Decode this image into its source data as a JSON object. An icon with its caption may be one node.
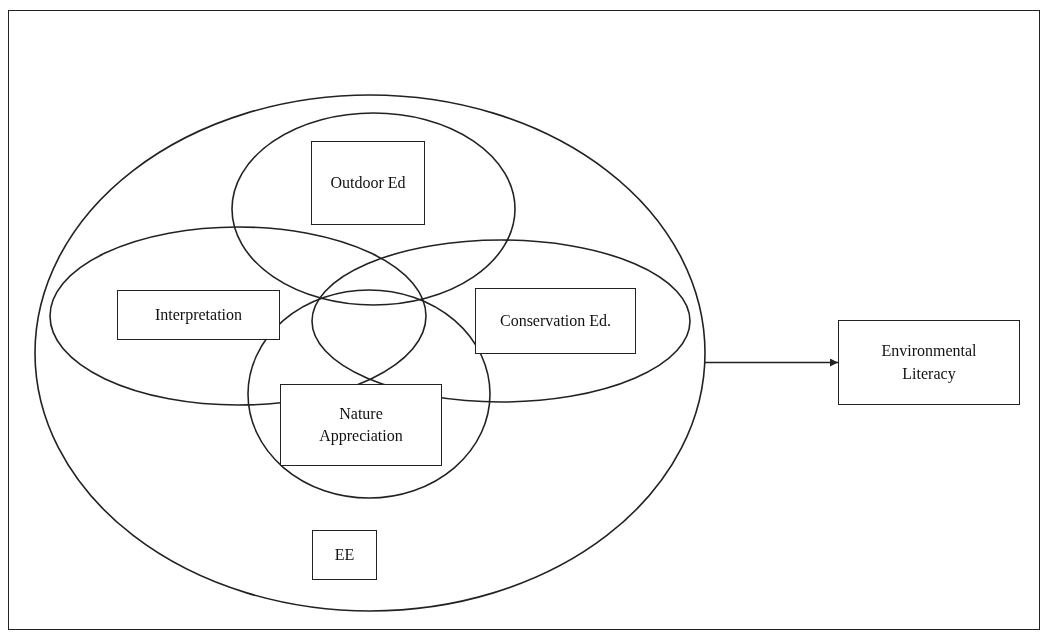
{
  "diagram": {
    "nodes": [
      {
        "text": [],
        "shape": "ellipse"
      },
      {
        "text": [],
        "shape": "ellipse",
        "in": 0
      },
      {
        "text": [],
        "shape": "ellipse",
        "in": 0
      },
      {
        "text": [],
        "shape": "ellipse",
        "in": 0
      },
      {
        "text": [],
        "shape": "ellipse",
        "in": 0
      },
      {
        "text": [
          "Outdoor Ed"
        ],
        "in": 1
      },
      {
        "text": [
          "Interpretation"
        ],
        "in": 2
      },
      {
        "text": [
          "Conservation Ed."
        ],
        "in": 3
      },
      {
        "text": [
          "Nature Appreciation"
        ],
        "in": 4
      },
      {
        "text": [
          "EE"
        ],
        "in": 0
      },
      {
        "text": [
          "Environmental Literacy"
        ]
      }
    ],
    "edges": [
      {
        "from": 0,
        "to": 10,
        "arrow": "to"
      }
    ]
  }
}
